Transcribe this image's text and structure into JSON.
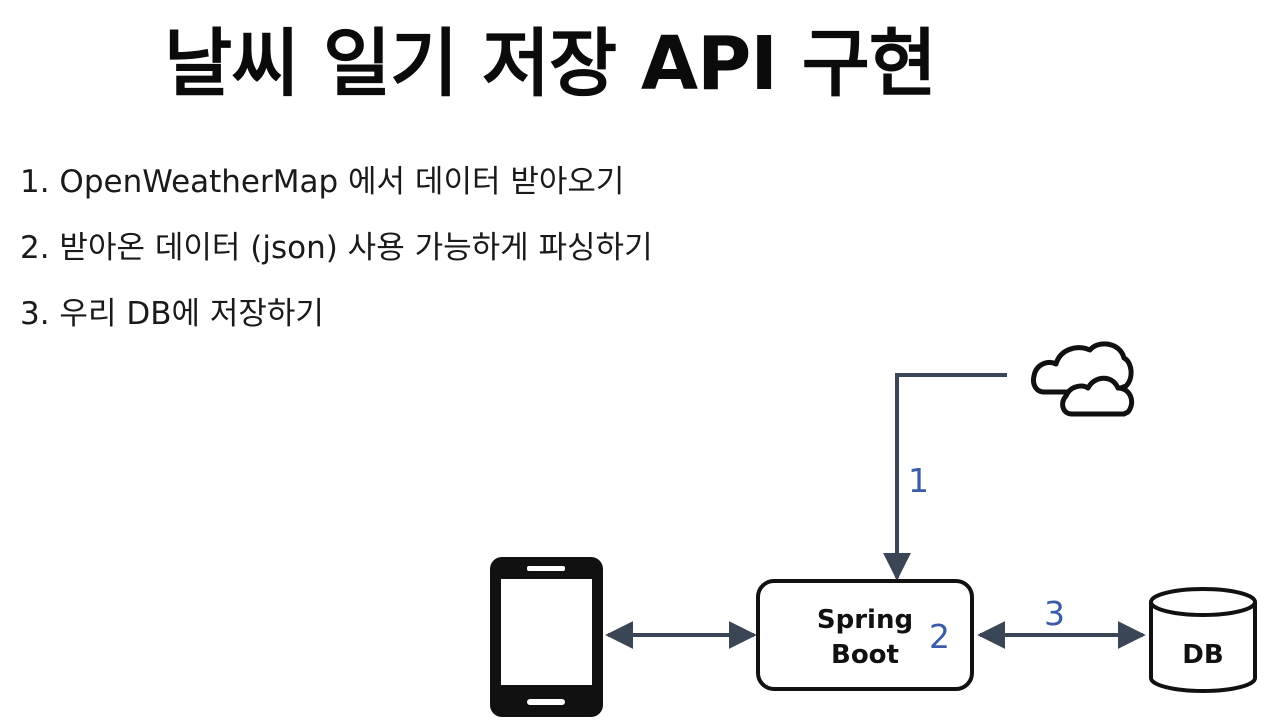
{
  "title": "날씨 일기 저장 API 구현",
  "steps": [
    "1. OpenWeatherMap 에서 데이터 받아오기",
    "2. 받아온 데이터 (json) 사용 가능하게 파싱하기",
    "3. 우리 DB에 저장하기"
  ],
  "diagram": {
    "server_line1": "Spring",
    "server_line2": "Boot",
    "db_label": "DB",
    "step_label_1": "1",
    "step_label_2": "2",
    "step_label_3": "3",
    "line_color": "#3a4556",
    "label_color": "#3b5ca8"
  }
}
